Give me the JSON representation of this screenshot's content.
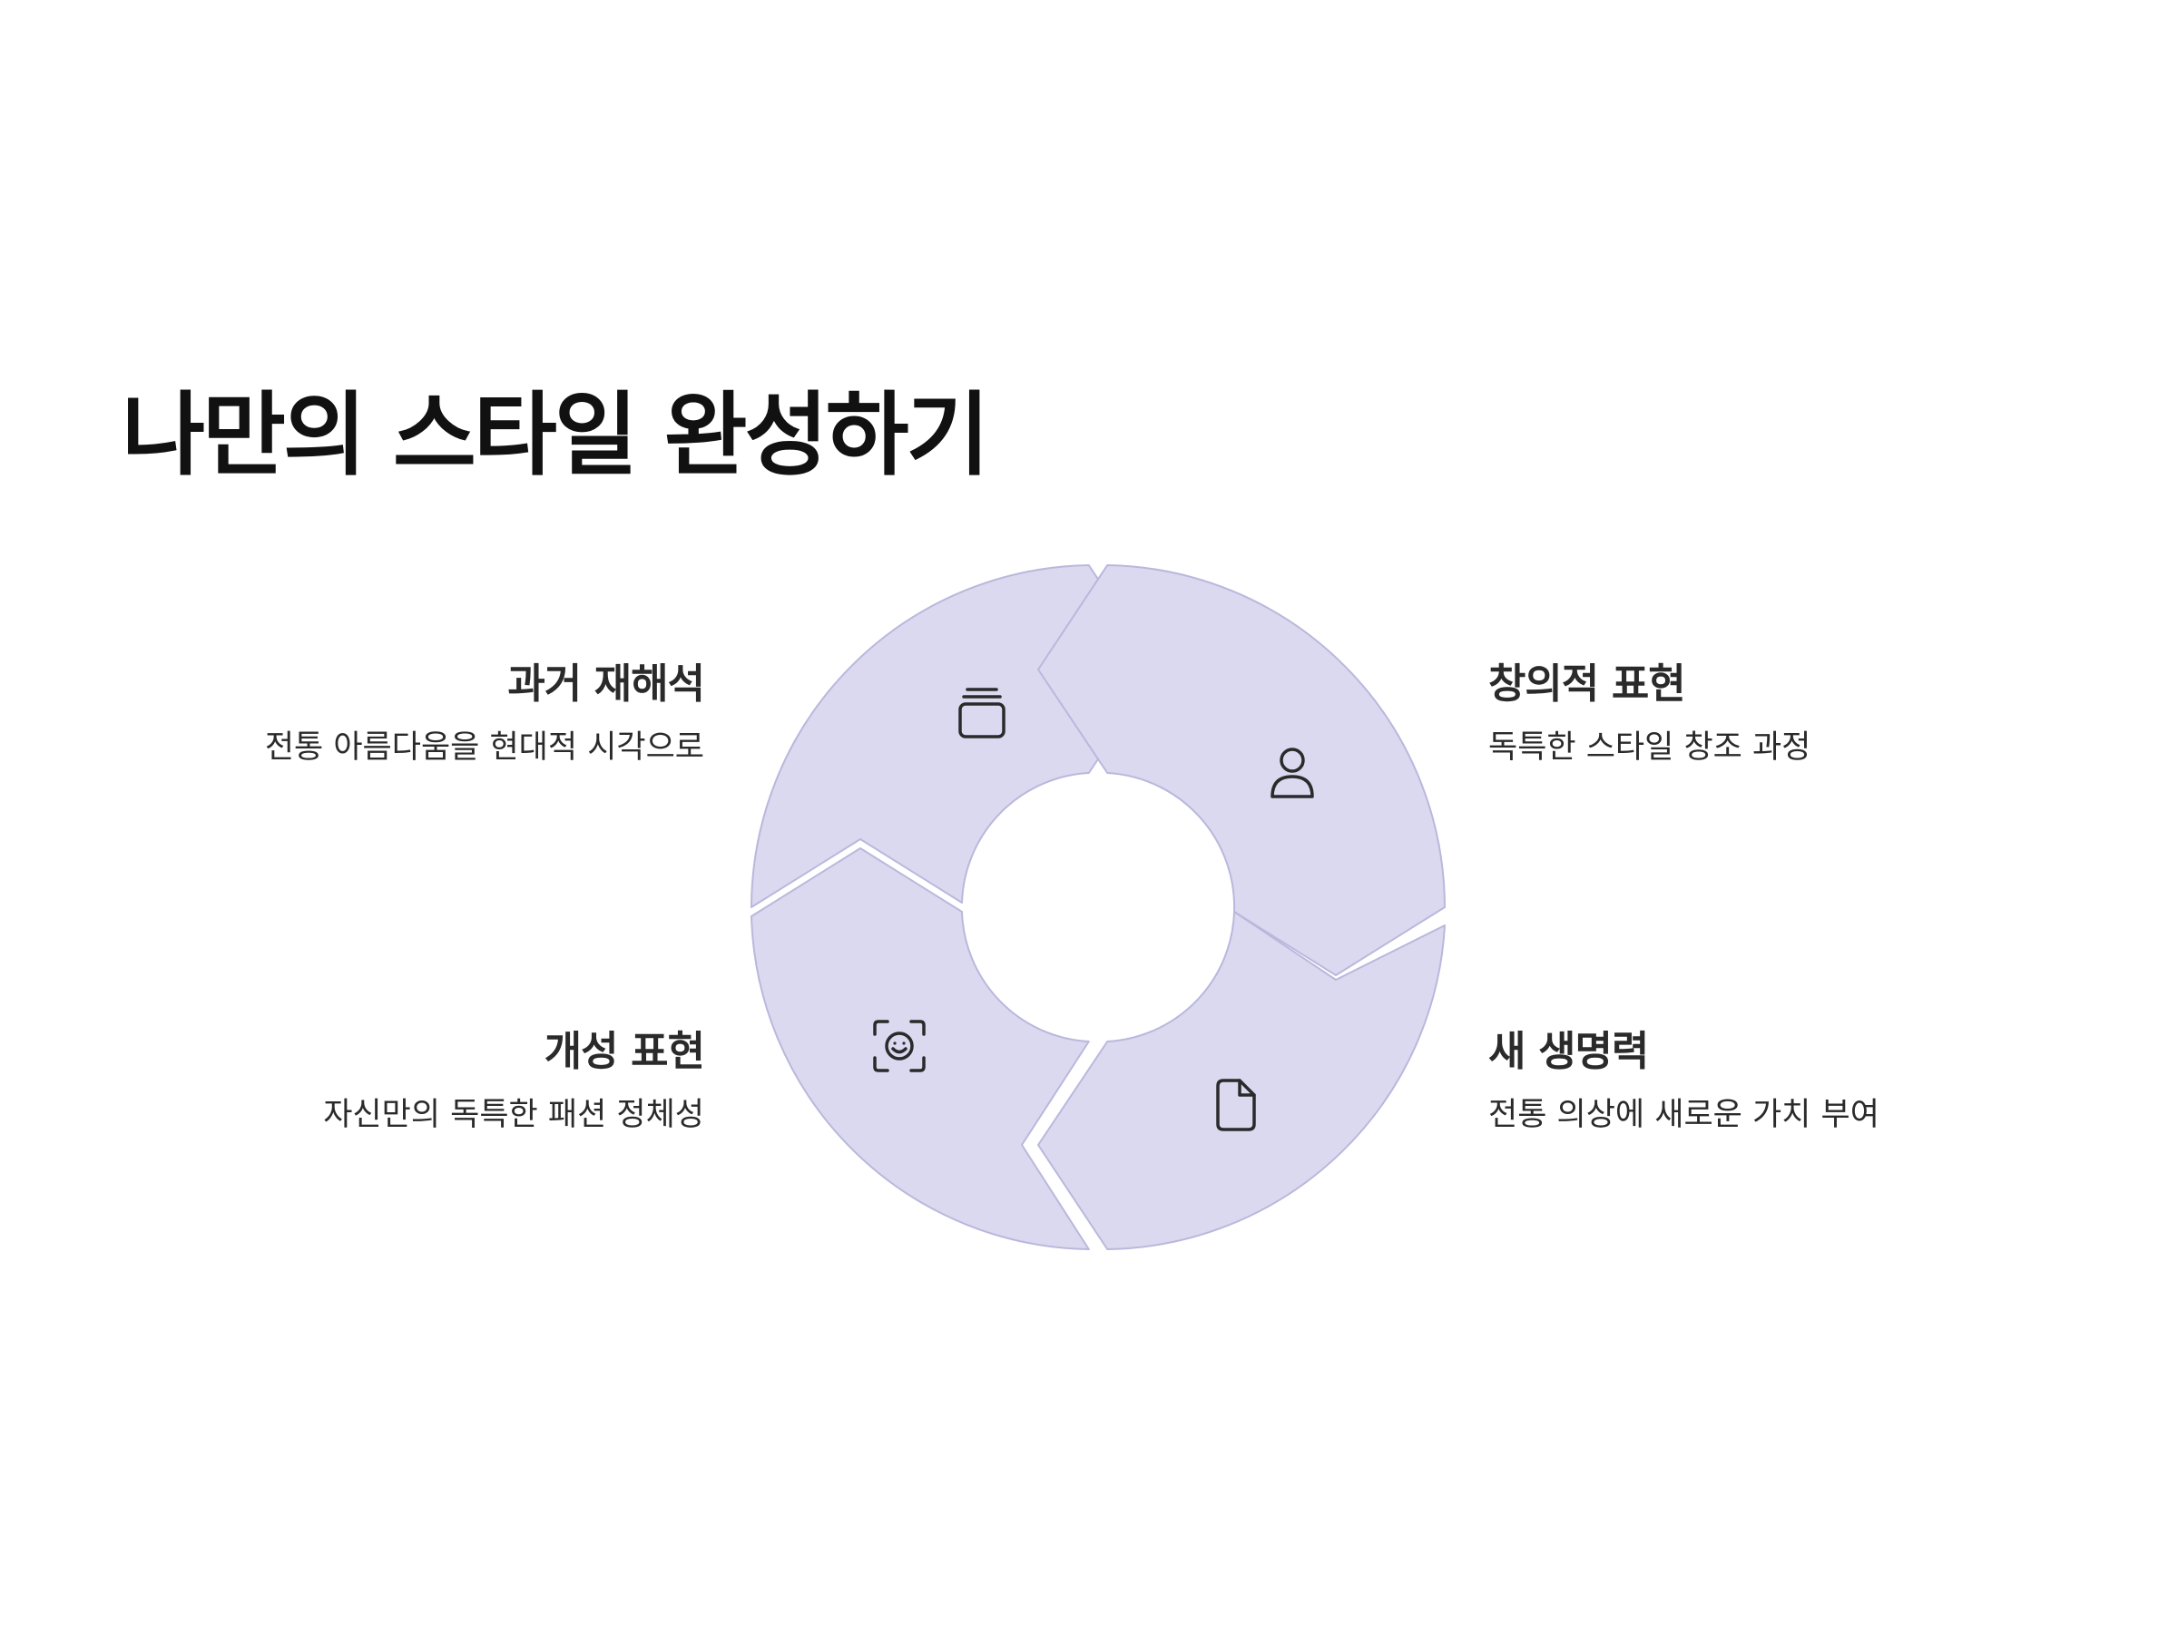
{
  "title": "나만의 스타일 완성하기",
  "colors": {
    "segment_fill": "#DAD9F0",
    "segment_stroke": "#B9B8DC",
    "icon_stroke": "#2A2A2A",
    "text": "#2A2A2A",
    "title": "#111111"
  },
  "segments": [
    {
      "key": "reinterpretation",
      "title": "과거 재해석",
      "description": "전통 아름다움을 현대적 시각으로",
      "icon": "stack-icon"
    },
    {
      "key": "creative",
      "title": "창의적 표현",
      "description": "독특한 스타일 창조 과정",
      "icon": "person-icon"
    },
    {
      "key": "new-life",
      "title": "새 생명력",
      "description": "전통 의상에 새로운 가치 부여",
      "icon": "document-icon"
    },
    {
      "key": "personality",
      "title": "개성 표현",
      "description": "자신만의 독특한 패션 정체성",
      "icon": "face-scan-icon"
    }
  ]
}
